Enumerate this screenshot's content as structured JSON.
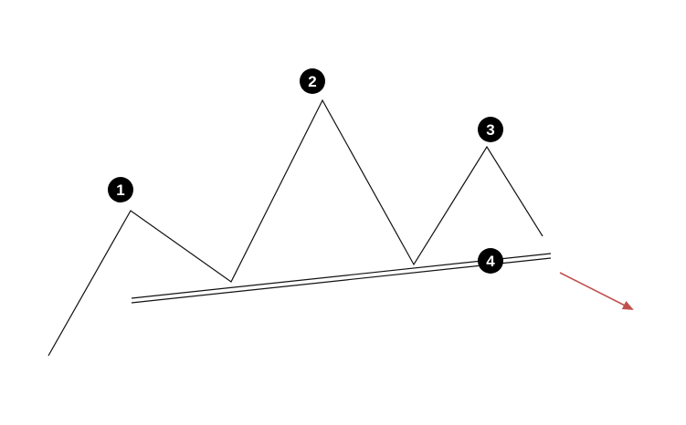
{
  "diagram": {
    "type": "head-and-shoulders-pattern",
    "colors": {
      "background": "#ffffff",
      "price_line": "#111111",
      "neckline": "#111111",
      "marker_fill": "#000000",
      "marker_text": "#ffffff",
      "breakout_arrow": "#c0504d"
    },
    "markers": [
      {
        "id": "left-shoulder",
        "label": "1"
      },
      {
        "id": "head",
        "label": "2"
      },
      {
        "id": "right-shoulder",
        "label": "3"
      },
      {
        "id": "neckline",
        "label": "4"
      }
    ],
    "breakout_arrow_icon": "arrow-down-right-icon"
  }
}
